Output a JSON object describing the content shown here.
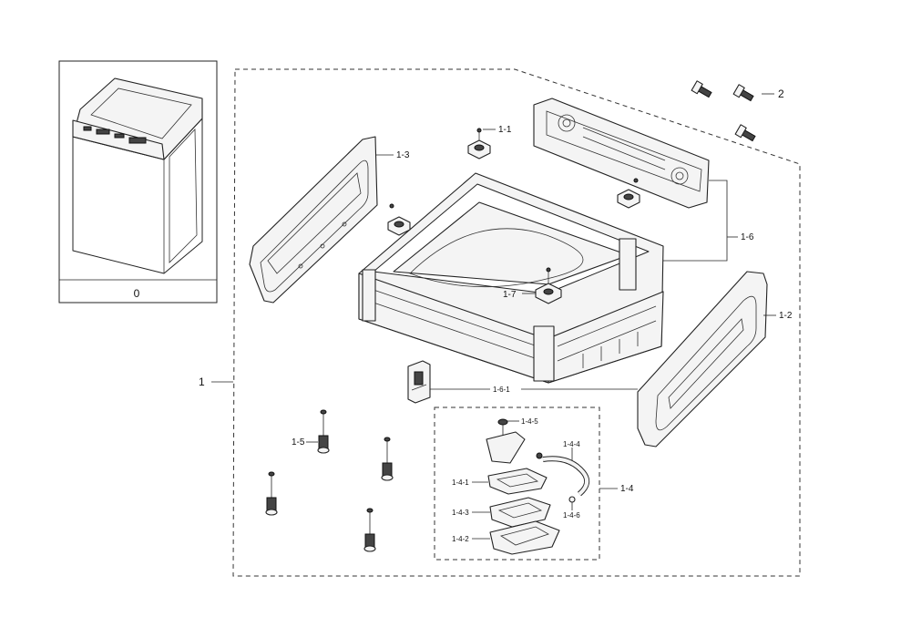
{
  "labels": {
    "0": "0",
    "1": "1",
    "1_1": "1-1",
    "1_2": "1-2",
    "1_3": "1-3",
    "1_4": "1-4",
    "1_4_1": "1-4-1",
    "1_4_2": "1-4-2",
    "1_4_3": "1-4-3",
    "1_4_4": "1-4-4",
    "1_4_5": "1-4-5",
    "1_4_6": "1-4-6",
    "1_5": "1-5",
    "1_6": "1-6",
    "1_6_1": "1-6-1",
    "1_7": "1-7",
    "2": "2"
  }
}
